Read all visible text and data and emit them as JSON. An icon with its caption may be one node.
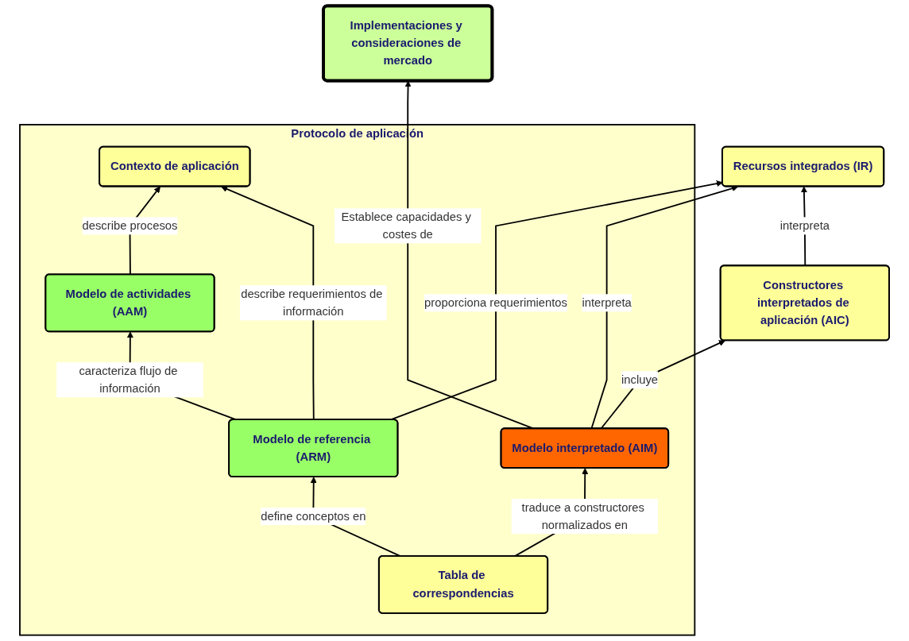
{
  "diagram": {
    "nodes": [
      {
        "text": [
          "Protocolo de aplicación"
        ]
      },
      {
        "text": [
          "Contexto de aplicación"
        ],
        "in": 0
      },
      {
        "text": [
          "Modelo de actividades (AAM)"
        ],
        "in": 0
      },
      {
        "text": [
          "Modelo de referencia (ARM)"
        ],
        "in": 0
      },
      {
        "text": [
          "Tabla de correspondencias"
        ],
        "in": 0
      },
      {
        "text": [
          "Modelo interpretado (AIM)"
        ],
        "in": 0
      },
      {
        "text": [
          "Recursos integrados (IR)"
        ]
      },
      {
        "text": [
          "Constructores interpretados de aplicación (AIC)"
        ]
      },
      {
        "text": [
          "Implementaciones y consideraciones de mercado"
        ]
      }
    ],
    "edges": [
      {
        "from": 2,
        "to": 1,
        "arrow": "to",
        "label": "describe procesos"
      },
      {
        "from": 3,
        "to": 1,
        "arrow": "to",
        "label": "describe requerimientos de información"
      },
      {
        "from": 3,
        "to": 2,
        "arrow": "to",
        "label": "caracteriza flujo de información"
      },
      {
        "from": 3,
        "to": 6,
        "arrow": "to",
        "label": "proporciona requerimientos"
      },
      {
        "from": 4,
        "to": 3,
        "arrow": "to",
        "label": "define conceptos en"
      },
      {
        "from": 4,
        "to": 5,
        "arrow": "to",
        "label": "traduce a constructores normalizados en"
      },
      {
        "from": 5,
        "to": 6,
        "arrow": "to",
        "label": "interpreta"
      },
      {
        "from": 5,
        "to": 7,
        "arrow": "to",
        "label": "incluye"
      },
      {
        "from": 7,
        "to": 6,
        "arrow": "to",
        "label": "interpreta"
      },
      {
        "from": 5,
        "to": 8,
        "arrow": "to",
        "label": "Establece capacidades y costes de"
      }
    ]
  }
}
